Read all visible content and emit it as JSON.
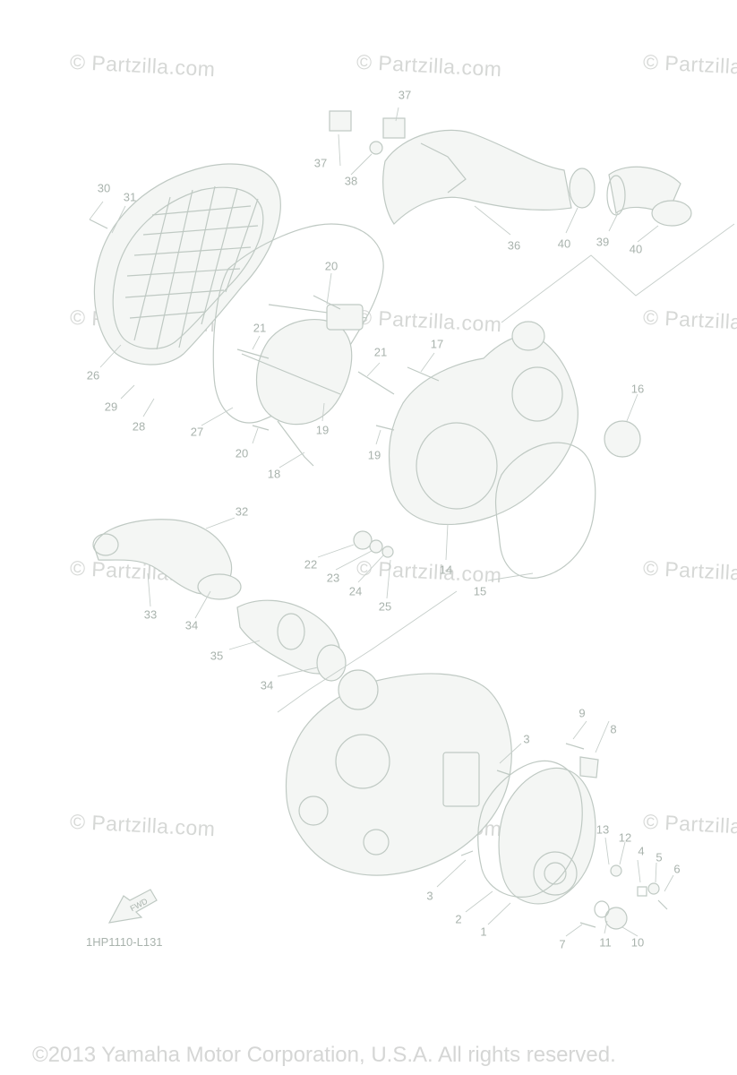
{
  "watermark": "© Partzilla.com",
  "copyright": "©2013  Yamaha Motor Corporation, U.S.A. All rights reserved.",
  "diagram_code": "1HP1110-L131",
  "fwd_label": "FWD",
  "callouts": [
    {
      "id": "37a",
      "text": "37"
    },
    {
      "id": "37b",
      "text": "37"
    },
    {
      "id": "38",
      "text": "38"
    },
    {
      "id": "30",
      "text": "30"
    },
    {
      "id": "31",
      "text": "31"
    },
    {
      "id": "36",
      "text": "36"
    },
    {
      "id": "40a",
      "text": "40"
    },
    {
      "id": "39",
      "text": "39"
    },
    {
      "id": "40b",
      "text": "40"
    },
    {
      "id": "20a",
      "text": "20"
    },
    {
      "id": "21a",
      "text": "21"
    },
    {
      "id": "21b",
      "text": "21"
    },
    {
      "id": "17",
      "text": "17"
    },
    {
      "id": "16",
      "text": "16"
    },
    {
      "id": "26",
      "text": "26"
    },
    {
      "id": "29",
      "text": "29"
    },
    {
      "id": "28",
      "text": "28"
    },
    {
      "id": "27",
      "text": "27"
    },
    {
      "id": "19a",
      "text": "19"
    },
    {
      "id": "19b",
      "text": "19"
    },
    {
      "id": "20b",
      "text": "20"
    },
    {
      "id": "18",
      "text": "18"
    },
    {
      "id": "32",
      "text": "32"
    },
    {
      "id": "22",
      "text": "22"
    },
    {
      "id": "23",
      "text": "23"
    },
    {
      "id": "24",
      "text": "24"
    },
    {
      "id": "25",
      "text": "25"
    },
    {
      "id": "14",
      "text": "14"
    },
    {
      "id": "15",
      "text": "15"
    },
    {
      "id": "33",
      "text": "33"
    },
    {
      "id": "34a",
      "text": "34"
    },
    {
      "id": "35",
      "text": "35"
    },
    {
      "id": "34b",
      "text": "34"
    },
    {
      "id": "9",
      "text": "9"
    },
    {
      "id": "8",
      "text": "8"
    },
    {
      "id": "3a",
      "text": "3"
    },
    {
      "id": "13",
      "text": "13"
    },
    {
      "id": "12",
      "text": "12"
    },
    {
      "id": "4",
      "text": "4"
    },
    {
      "id": "5",
      "text": "5"
    },
    {
      "id": "6",
      "text": "6"
    },
    {
      "id": "3b",
      "text": "3"
    },
    {
      "id": "2",
      "text": "2"
    },
    {
      "id": "1",
      "text": "1"
    },
    {
      "id": "7",
      "text": "7"
    },
    {
      "id": "11",
      "text": "11"
    },
    {
      "id": "10",
      "text": "10"
    }
  ]
}
